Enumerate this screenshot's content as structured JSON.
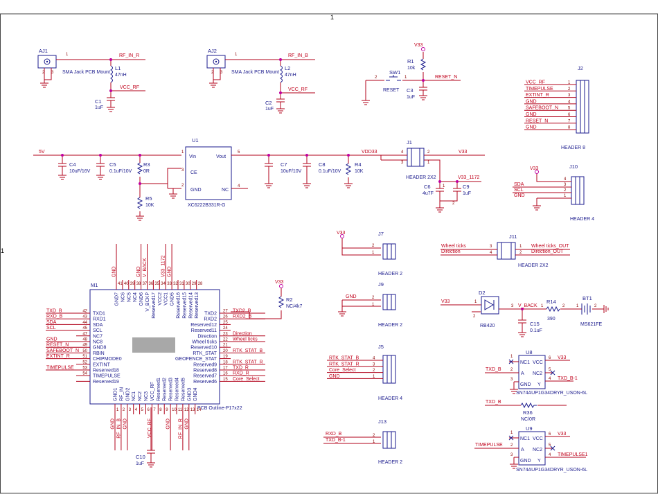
{
  "sheet": {
    "zone_top": "1",
    "zone_left": "1"
  },
  "aj1": {
    "ref": "AJ1",
    "desc": "SMA Jack PCB Mount",
    "pin1": "1",
    "pin2": "2",
    "pin3": "3",
    "net": "RF_IN_R"
  },
  "aj2": {
    "ref": "AJ2",
    "desc": "SMA Jack PCB Mount",
    "pin1": "1",
    "pin2": "2",
    "pin3": "3",
    "net": "RF_IN_B"
  },
  "l1": {
    "ref": "L1",
    "val": "47nH"
  },
  "l2": {
    "ref": "L2",
    "val": "47nH"
  },
  "c1": {
    "ref": "C1",
    "val": "1uF"
  },
  "c2": {
    "ref": "C2",
    "val": "1uF"
  },
  "vccrf1": "VCC_RF",
  "vccrf2": "VCC_RF",
  "sw1": {
    "ref": "SW1",
    "label": "RESET",
    "p1": "1",
    "p2": "2"
  },
  "r1": {
    "ref": "R1",
    "val": "10k"
  },
  "c3": {
    "ref": "C3",
    "val": "1uF"
  },
  "v33_top": "V33",
  "reset_net": "RESET_N",
  "j2": {
    "ref": "J2",
    "title": "HEADER 8",
    "pins": [
      {
        "n": "1",
        "net": "VCC_RF"
      },
      {
        "n": "2",
        "net": "TIMEPULSE"
      },
      {
        "n": "3",
        "net": "EXTINT_R"
      },
      {
        "n": "4",
        "net": "GND"
      },
      {
        "n": "5",
        "net": "SAFEBOOT_N"
      },
      {
        "n": "6",
        "net": "GND"
      },
      {
        "n": "7",
        "net": "RESET_N"
      },
      {
        "n": "8",
        "net": "GND"
      }
    ]
  },
  "power": {
    "net_5v": "5V",
    "c4": {
      "ref": "C4",
      "val": "10uF/16V"
    },
    "c5": {
      "ref": "C5",
      "val": "0.1uF/10V"
    },
    "r3": {
      "ref": "R3",
      "val": "0R"
    },
    "r5": {
      "ref": "R5",
      "val": "10K"
    },
    "u1": {
      "ref": "U1",
      "part": "XC6222B331R-G",
      "vin": "Vin",
      "vout": "Vout",
      "ce": "CE",
      "gnd": "GND",
      "nc": "NC",
      "p1": "1",
      "p2": "2",
      "p3": "3",
      "p4": "4",
      "p5": "5"
    },
    "c7": {
      "ref": "C7",
      "val": "10uF/10V"
    },
    "c8": {
      "ref": "C8",
      "val": "0.1uF/10V"
    },
    "r4": {
      "ref": "R4",
      "val": "10K"
    },
    "vdd33": "VDD33",
    "j1": {
      "ref": "J1",
      "title": "HEADER 2X2",
      "p1": "1",
      "p2": "2",
      "p3": "3",
      "p4": "4"
    },
    "v33": "V33",
    "v33_1172": "V33_1172",
    "c6": {
      "ref": "C6",
      "val": "4u7F"
    },
    "c9": {
      "ref": "C9",
      "val": "1uF"
    },
    "c6p": "1",
    "c6p2": "2"
  },
  "j10": {
    "ref": "J10",
    "title": "HEADER 4",
    "v33": "V33",
    "pins": [
      {
        "n": "4",
        "net": ""
      },
      {
        "n": "3",
        "net": "SDA"
      },
      {
        "n": "2",
        "net": "SCL"
      },
      {
        "n": "1",
        "net": "GND"
      }
    ]
  },
  "m1": {
    "ref": "M1",
    "outline": "PCB Outline-P17x22",
    "left": [
      {
        "n": "42",
        "pin": "TXD1",
        "net": "TXD_B"
      },
      {
        "n": "43",
        "pin": "RXD1",
        "net": "RXD_B"
      },
      {
        "n": "44",
        "pin": "SDA",
        "net": "SDA"
      },
      {
        "n": "45",
        "pin": "SCL",
        "net": "SCL"
      },
      {
        "n": "47",
        "pin": "NC7",
        "net": ""
      },
      {
        "n": "48",
        "pin": "NC8",
        "net": "GND"
      },
      {
        "n": "49",
        "pin": "GND8",
        "net": "RESET_N"
      },
      {
        "n": "50",
        "pin": "RBIN",
        "net": "SAFEBOOT_N"
      },
      {
        "n": "51",
        "pin": "CHIPMODE0",
        "net": "EXTINT_R"
      },
      {
        "n": "52",
        "pin": "EXTINT",
        "net": ""
      },
      {
        "n": "53",
        "pin": "Reserved18",
        "net": "TIMEPULSE"
      },
      {
        "n": "54",
        "pin": "TIMEPULSE",
        "net": ""
      },
      {
        "n": "",
        "pin": "Reserved19",
        "net": ""
      }
    ],
    "right": [
      {
        "n": "27",
        "pin": "TXD2",
        "net": "TXD2_B"
      },
      {
        "n": "26",
        "pin": "RXD2",
        "net": "RXD2_B"
      },
      {
        "n": "25",
        "pin": "Reserved12",
        "net": ""
      },
      {
        "n": "24",
        "pin": "Reserved11",
        "net": ""
      },
      {
        "n": "23",
        "pin": "Direction",
        "net": "Direction"
      },
      {
        "n": "22",
        "pin": "Wheel ticks",
        "net": "Wheel ticks"
      },
      {
        "n": "21",
        "pin": "Reserved10",
        "net": ""
      },
      {
        "n": "20",
        "pin": "RTK_STAT",
        "net": "RTK_STAT_B"
      },
      {
        "n": "19",
        "pin": "GEOFENCE_STAT",
        "net": ""
      },
      {
        "n": "18",
        "pin": "Reserved9",
        "net": "RTK_STAT_R"
      },
      {
        "n": "17",
        "pin": "Reserved8",
        "net": "TXD_R"
      },
      {
        "n": "16",
        "pin": "Reserved7",
        "net": "RXD_R"
      },
      {
        "n": "15",
        "pin": "Reserved6",
        "net": "Core_Select"
      }
    ],
    "top_pins": [
      {
        "n": "41",
        "pin": "GND7"
      },
      {
        "n": "40",
        "pin": "NC6"
      },
      {
        "n": "39",
        "pin": "NC5"
      },
      {
        "n": "38",
        "pin": "NC4"
      },
      {
        "n": "37",
        "pin": "GND6"
      },
      {
        "n": "36",
        "pin": "V_BCKP"
      },
      {
        "n": "35",
        "pin": "Reserved17"
      },
      {
        "n": "34",
        "pin": "VCC2"
      },
      {
        "n": "33",
        "pin": "VCC1"
      },
      {
        "n": "32",
        "pin": "GND5"
      },
      {
        "n": "31",
        "pin": "Reserved16"
      },
      {
        "n": "30",
        "pin": "Reserved15"
      },
      {
        "n": "29",
        "pin": "Reserved14"
      },
      {
        "n": "28",
        "pin": "Reserved13"
      }
    ],
    "top_nets": [
      "GND",
      "GND",
      "V_BACK",
      "V33_1172",
      "GND"
    ],
    "bottom_pins": [
      {
        "n": "1",
        "pin": "GND1"
      },
      {
        "n": "2",
        "pin": "RF_IN"
      },
      {
        "n": "3",
        "pin": "GND2"
      },
      {
        "n": "4",
        "pin": "NC1"
      },
      {
        "n": "5",
        "pin": "NC2"
      },
      {
        "n": "6",
        "pin": "NC3"
      },
      {
        "n": "7",
        "pin": "VCC_RF"
      },
      {
        "n": "8",
        "pin": "Reserved1"
      },
      {
        "n": "9",
        "pin": "Reserved2"
      },
      {
        "n": "10",
        "pin": "Reserved3"
      },
      {
        "n": "11",
        "pin": "Reserved4"
      },
      {
        "n": "12",
        "pin": "Reserved5"
      },
      {
        "n": "13",
        "pin": "GND3"
      },
      {
        "n": "14",
        "pin": "GND4"
      }
    ],
    "bottom_nets": [
      "GND",
      "RF_IN_B",
      "GND",
      "VCC_RF",
      "GND",
      "RF_IN_R",
      "GND"
    ]
  },
  "r2": {
    "ref": "R2",
    "val": "NC/4k7",
    "v33": "V33"
  },
  "c10": {
    "ref": "C10",
    "val": "1uF"
  },
  "j7": {
    "ref": "J7",
    "title": "HEADER 2",
    "v33": "V33",
    "p2": "2",
    "p1": "1"
  },
  "j9": {
    "ref": "J9",
    "title": "HEADER 2",
    "net": "GND",
    "p2": "2",
    "p1": "1"
  },
  "j5": {
    "ref": "J5",
    "title": "HEADER 4",
    "pins": [
      {
        "n": "4",
        "net": "RTK_STAT_B"
      },
      {
        "n": "3",
        "net": "RTK_STAT_R"
      },
      {
        "n": "2",
        "net": "Core_Select"
      },
      {
        "n": "1",
        "net": "GND"
      }
    ]
  },
  "j13": {
    "ref": "J13",
    "title": "HEADER 2",
    "net2": "RXD_B",
    "net1": "TXD_B-1",
    "p2": "2",
    "p1": "1"
  },
  "j11": {
    "ref": "J11",
    "title": "HEADER 2X2",
    "l1": "Wheel ticks",
    "l2": "Direction",
    "r1": "Wheel ticks_OUT",
    "r2": "Direction_OUT",
    "p1": "1",
    "p2": "2",
    "p3": "3",
    "p4": "4"
  },
  "d2": {
    "ref": "D2",
    "part": "RB420",
    "net_in": "V33",
    "net_out": "V_BACK",
    "p1": "1",
    "p3": "3",
    "p2": "2"
  },
  "r14": {
    "ref": "R14",
    "val": "390",
    "p1": "1",
    "p2": "2"
  },
  "bt1": {
    "ref": "BT1",
    "part": "MS621FE",
    "p1": "1",
    "p2": "2"
  },
  "c15": {
    "ref": "C15",
    "val": "0.1uF"
  },
  "u8": {
    "ref": "U8",
    "part": "SN74AUP1G34DRYR_USON-6L",
    "nc1": "NC1",
    "vcc": "VCC",
    "a": "A",
    "nc2": "NC2",
    "gnd": "GND",
    "y": "Y",
    "p1": "1",
    "p2": "2",
    "p3": "3",
    "p4": "4",
    "p5": "5",
    "p6": "6",
    "net_a": "TXD_B",
    "net_vcc": "V33",
    "net_y": "TXD_B-1"
  },
  "r36": {
    "ref": "R36",
    "val": "NC/0R",
    "net": "TXD_B"
  },
  "u9": {
    "ref": "U9",
    "part": "SN74AUP1G34DRYR_USON-6L",
    "nc1": "NC1",
    "vcc": "VCC",
    "a": "A",
    "nc2": "NC2",
    "gnd": "GND",
    "y": "Y",
    "p1": "1",
    "p2": "2",
    "p3": "3",
    "p4": "4",
    "p5": "5",
    "p6": "6",
    "net_a": "TIMEPULSE",
    "net_vcc": "V33",
    "net_y": "TIMEPULSE1"
  }
}
